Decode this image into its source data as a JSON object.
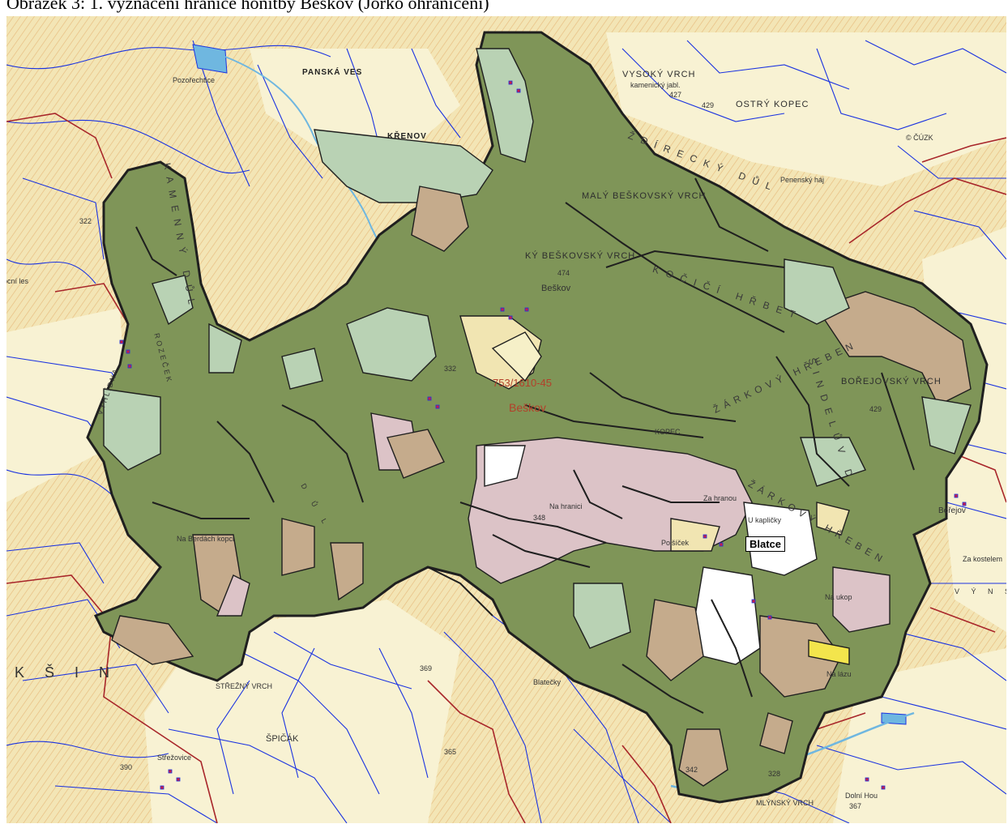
{
  "caption": "Obrázek 3: 1. vyznačení hranice honitby Beškov (Jorko ohraničení)",
  "map": {
    "colors": {
      "background": "#f3edcf",
      "forest_hatch": "#e2b97c",
      "honitba_forest": "#7f9558",
      "honitba_meadow": "#b9d2b4",
      "honitba_field": "#dcc3c7",
      "honitba_soil": "#c5ab8c",
      "boundary": "#1f1f1f",
      "parcel_line": "#1b33e0",
      "cadastre_line": "#a8262a",
      "water": "#6fb7e0"
    },
    "labels": {
      "panska_ves": "PANSKÁ VES",
      "vysoky_vrch": "VYSOKÝ VRCH",
      "ostry_kopec": "OSTRÝ KOPEC",
      "kamenicky_jabl": "kamenický jabl.",
      "elev_427": "427",
      "elev_429": "429",
      "elev_474": "474",
      "elev_332": "332",
      "elev_348": "348",
      "elev_322": "322",
      "elev_390": "390",
      "elev_365": "365",
      "elev_369": "369",
      "elev_367": "367",
      "elev_328": "328",
      "elev_342": "342",
      "kamenny_dul": "KAMENNÝ DŮL",
      "zdirecky_dul": "ŽDÍRECKÝ DŮL",
      "maly_beskovsky": "MALÝ BEŠKOVSKÝ VRCH",
      "beskovsky_vrch": "KÝ BEŠKOVSKÝ VRCH",
      "kocici_hrbet": "KOČIČÍ HŘBET",
      "besko_village": "Beškov",
      "borejovsky": "BOŘEJOVSKÝ VRCH",
      "sindeluv": "ŠINDELŮV D",
      "code": "753/1610-45",
      "beskov_town": "Beškov",
      "blatce": "Blatce",
      "na_hranici": "Na hranici",
      "u_kaplicky": "U kapličky",
      "za_kostelem": "Za kostelem",
      "na_lazu": "Na lázu",
      "strezny": "STŘEŽNÝ VRCH",
      "spicak": "ŠPIČÁK",
      "strezovice": "Střežovice",
      "blatecky": "Blatečky",
      "mlynsky": "MLÝNSKÝ VRCH",
      "dolni_hou": "Dolní Hou",
      "borejov": "Bořejov",
      "krenov": "KŘENOV",
      "na_berdach": "Na Berdách kopci",
      "ksin": "K Š I N",
      "vyhlidna": "VYHLÍDNA",
      "pozorechtice": "Pozořechtice",
      "za_hranou": "Za hranou",
      "kopec": "KOPEC",
      "na_ukop": "Na ukop",
      "polsicek": "Polšíček",
      "rozecek": "ROZEČEK",
      "ocni_les": "ocní les",
      "cuzk": "© ČÚZK",
      "penensky": "Penenský háj",
      "dil_lab": "D Ů L",
      "kyns": "V Ý N S K",
      "jarkov_hreben": "ŽÁRKOVÝ HŘEBEN"
    }
  }
}
